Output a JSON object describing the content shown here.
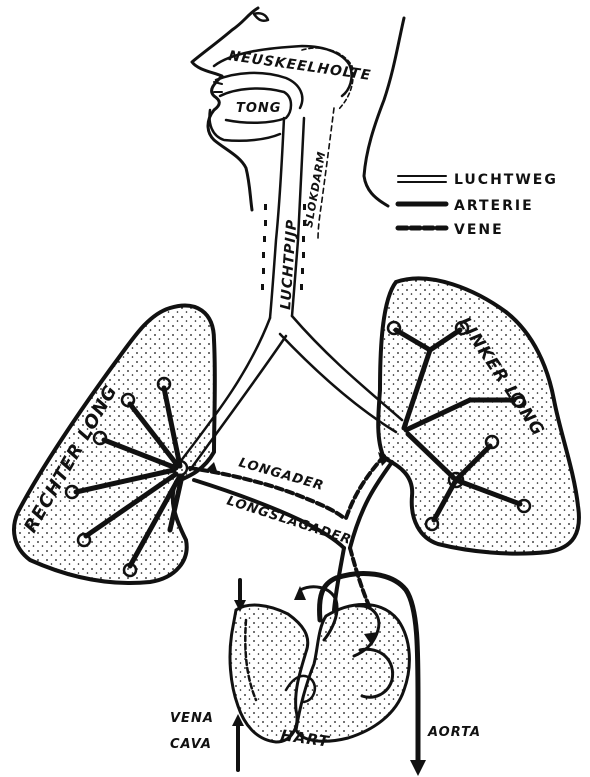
{
  "legend": {
    "airway": "LUCHTWEG",
    "artery": "ARTERIE",
    "vein": "VENE"
  },
  "labels": {
    "nasopharynx": "NEUSKEELHOLTE",
    "tongue": "TONG",
    "esophagus": "SLOKDARM",
    "trachea": "LUCHTPIJP",
    "right_lung": "RECHTER LONG",
    "left_lung": "LINKER LONG",
    "pulmonary_vein": "LONGADER",
    "pulmonary_artery": "LONGSLAGADER",
    "heart": "HART",
    "vena_cava_line1": "VENA",
    "vena_cava_line2": "CAVA",
    "aorta": "AORTA"
  },
  "colors": {
    "ink": "#111111",
    "paper": "#ffffff"
  }
}
